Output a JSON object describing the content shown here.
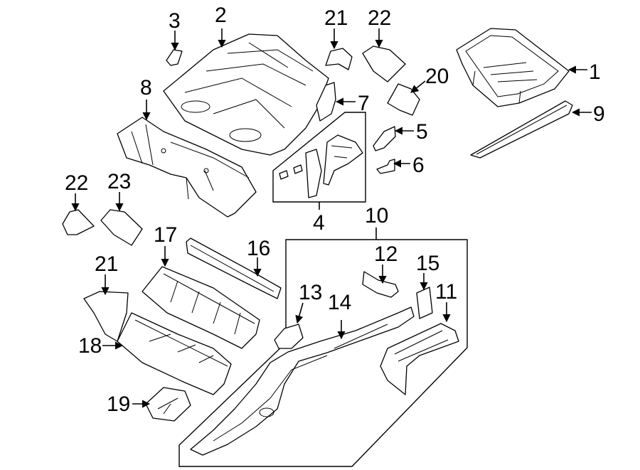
{
  "diagram": {
    "background": "#ffffff",
    "line_color": "#000000",
    "callouts": [
      {
        "id": "c1",
        "label": "1"
      },
      {
        "id": "c2",
        "label": "2"
      },
      {
        "id": "c3",
        "label": "3"
      },
      {
        "id": "c4",
        "label": "4"
      },
      {
        "id": "c5",
        "label": "5"
      },
      {
        "id": "c6",
        "label": "6"
      },
      {
        "id": "c7",
        "label": "7"
      },
      {
        "id": "c8",
        "label": "8"
      },
      {
        "id": "c9",
        "label": "9"
      },
      {
        "id": "c10",
        "label": "10"
      },
      {
        "id": "c11",
        "label": "11"
      },
      {
        "id": "c12",
        "label": "12"
      },
      {
        "id": "c13",
        "label": "13"
      },
      {
        "id": "c14",
        "label": "14"
      },
      {
        "id": "c15",
        "label": "15"
      },
      {
        "id": "c16",
        "label": "16"
      },
      {
        "id": "c17",
        "label": "17"
      },
      {
        "id": "c18",
        "label": "18"
      },
      {
        "id": "c19",
        "label": "19"
      },
      {
        "id": "c20",
        "label": "20"
      },
      {
        "id": "c21a",
        "label": "21"
      },
      {
        "id": "c21b",
        "label": "21"
      },
      {
        "id": "c22a",
        "label": "22"
      },
      {
        "id": "c22b",
        "label": "22"
      },
      {
        "id": "c23",
        "label": "23"
      }
    ]
  }
}
